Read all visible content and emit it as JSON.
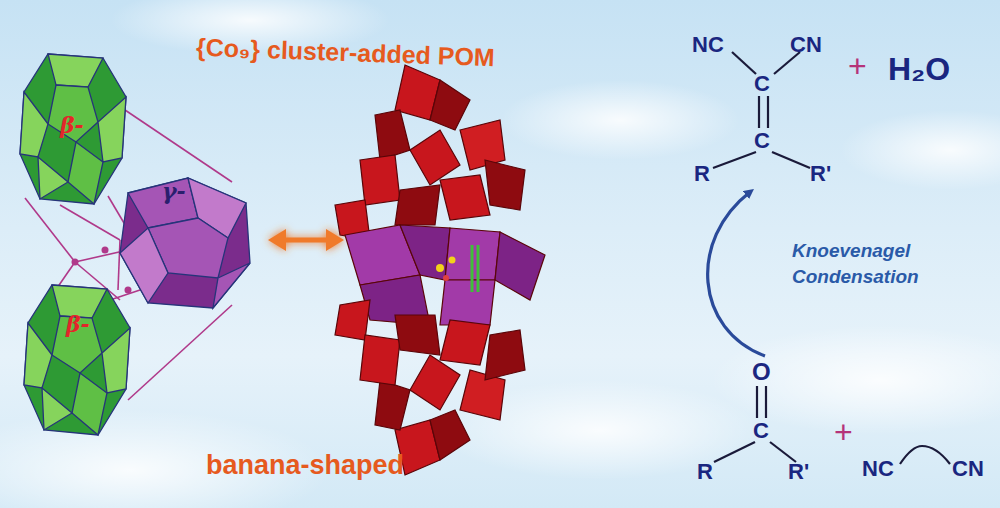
{
  "diagram": {
    "nodes": [
      {
        "text": [
          "β-"
        ]
      },
      {
        "text": [
          "γ-"
        ]
      },
      {
        "text": [
          "β-"
        ]
      }
    ],
    "labels": [
      "{Co₉} cluster-added POM",
      "banana-shaped",
      "NC",
      "CN",
      "C",
      "C",
      "R",
      "R'",
      "+",
      "H₂O",
      "Knoevenagel Condensation",
      "O",
      "C",
      "R",
      "R'",
      "+",
      "NC",
      "CN"
    ]
  }
}
